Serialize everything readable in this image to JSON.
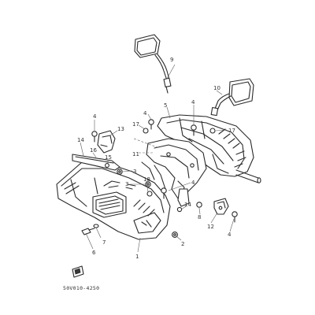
{
  "diagram": {
    "callouts": {
      "c1": "1",
      "c2": "2",
      "c3a": "3",
      "c3b": "3",
      "c4a": "4",
      "c4b": "4",
      "c4c": "4",
      "c4d": "4",
      "c4e": "4",
      "c5": "5",
      "c6": "6",
      "c7": "7",
      "c8": "8",
      "c9": "9",
      "c10": "10",
      "c11": "11",
      "c12": "12",
      "c13": "13",
      "c14a": "14",
      "c14b": "14",
      "c15": "15",
      "c16": "16",
      "c17a": "17",
      "c17b": "17",
      "c18": "18"
    },
    "code": "50V010-4250"
  }
}
